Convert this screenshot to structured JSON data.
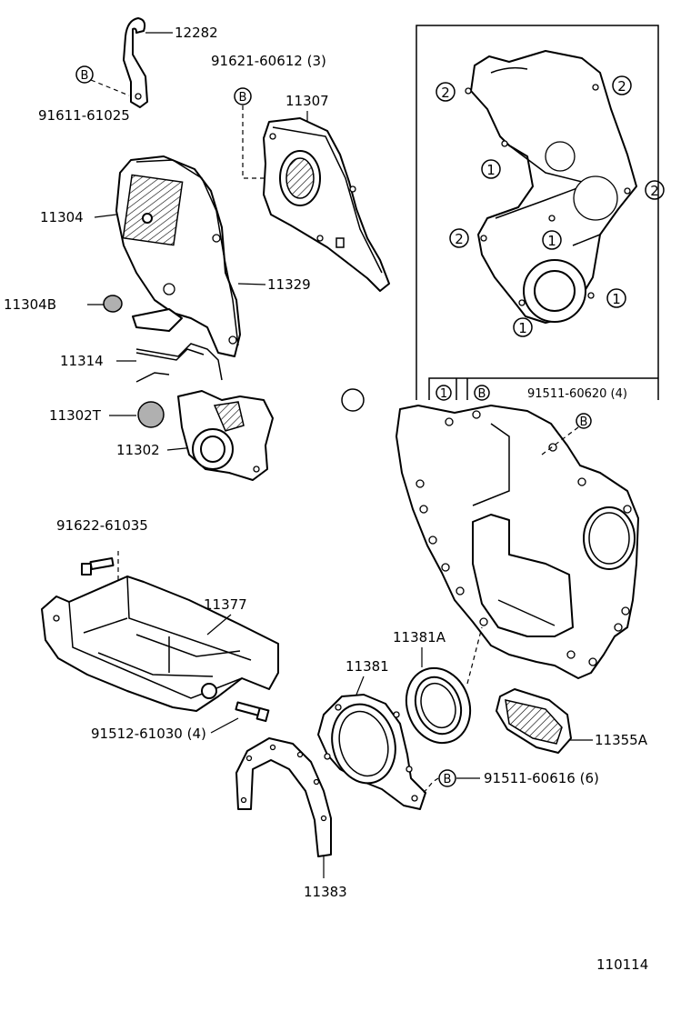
{
  "callouts": {
    "c12282": "12282",
    "c91611": "91611-61025",
    "c91621": "91621-60612 (3)",
    "c11307": "11307",
    "c11304": "11304",
    "c11329": "11329",
    "c11304B": "11304B",
    "c11314": "11314",
    "c11302T": "11302T",
    "c11302": "11302",
    "c91622": "91622-61035",
    "c11377": "11377",
    "c91512": "91512-61030 (4)",
    "c11381A": "11381A",
    "c11381": "11381",
    "c11355A": "11355A",
    "c91511_616": "91511-60616 (6)",
    "c11383": "11383",
    "c91511_620": "91511-60620 (4)"
  },
  "markers": {
    "bolt_b": "B",
    "key_1": "1",
    "key_2": "2"
  },
  "figure_id": "110114"
}
